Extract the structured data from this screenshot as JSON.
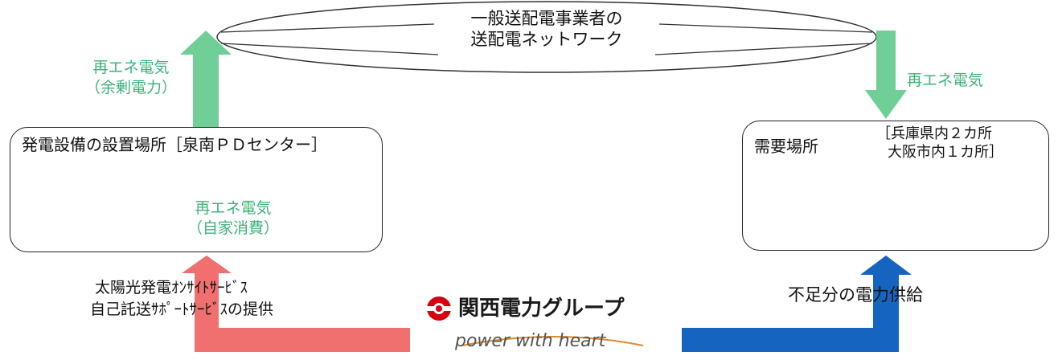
{
  "network": {
    "line1": "一般送配電事業者の",
    "line2": "送配電ネットワーク"
  },
  "surplus_label": {
    "line1": "再エネ電気",
    "line2": "（余剰電力）"
  },
  "supply_label": "再エネ電気",
  "generation_site": {
    "title": "発電設備の設置場所［泉南ＰＤセンター］",
    "self_use_line1": "再エネ電気",
    "self_use_line2": "（自家消費）"
  },
  "demand_site": {
    "title": "需要場所",
    "locations_line1": "［兵庫県内２カ所",
    "locations_line2": "大阪市内１カ所］"
  },
  "service_label": {
    "line1": "太陽光発電ｵﾝｻｲﾄｻｰﾋﾞｽ",
    "line2": "自己託送ｻﾎﾟｰﾄｻｰﾋﾞｽの提供"
  },
  "shortage_label": "不足分の電力供給",
  "logo": {
    "name": "関西電力グループ",
    "tagline": "power with heart"
  },
  "colors": {
    "green_arrow": "#6fcf97",
    "green_text": "#3db37a",
    "red_arrow": "#f07070",
    "blue_arrow": "#1565c0",
    "logo_red": "#d7000f",
    "panel_blue": "#2f64b8",
    "building_tan": "#b59a8a"
  }
}
